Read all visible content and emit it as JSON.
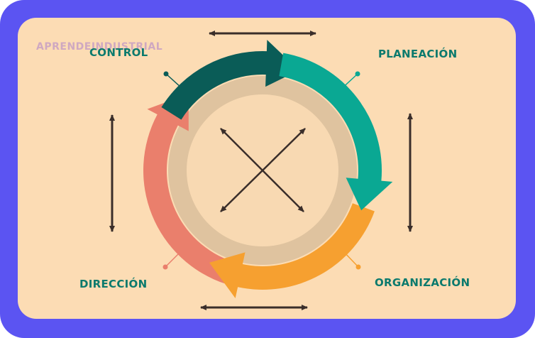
{
  "watermark": {
    "text": "APRENDEINDUSTRIAL",
    "color": "#c8a0c4"
  },
  "stages": [
    {
      "id": "control",
      "label": "CONTROL",
      "color": "#0a5c57"
    },
    {
      "id": "planeacion",
      "label": "PLANEACIÓN",
      "color": "#0aa893"
    },
    {
      "id": "organizacion",
      "label": "ORGANIZACIÓN",
      "color": "#f6a030"
    },
    {
      "id": "direccion",
      "label": "DIRECCIÓN",
      "color": "#ea7f6c"
    }
  ],
  "colors": {
    "background": "#fcdcb4",
    "frame": "#5b54f2",
    "label_text": "#0b7a6d",
    "inner_ring": "#dfc39f",
    "arrows": "#3a2e2a"
  }
}
